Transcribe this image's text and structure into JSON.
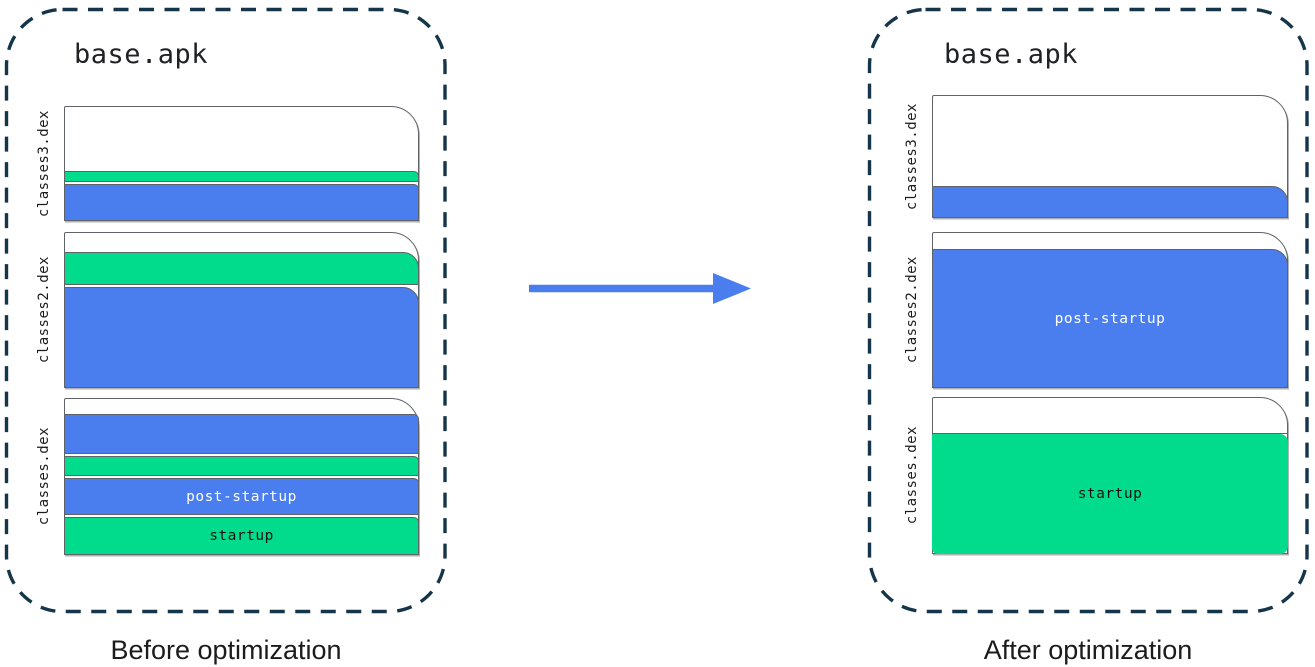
{
  "colors": {
    "blue": "#4A7DEE",
    "green": "#00DC8C",
    "outline": "#5F6368",
    "dash": "#14354A",
    "arrow": "#4A7DEE"
  },
  "panels": [
    {
      "title": "base.apk",
      "caption": "Before optimization",
      "files": [
        {
          "label": "classes3.dex",
          "segments": [
            {
              "kind": "space",
              "h": 62
            },
            {
              "kind": "green",
              "h": 11,
              "size": "small"
            },
            {
              "kind": "blue",
              "h": 37,
              "size": "small"
            }
          ]
        },
        {
          "label": "classes2.dex",
          "segments": [
            {
              "kind": "space",
              "h": 17
            },
            {
              "kind": "green",
              "h": 33,
              "size": "big"
            },
            {
              "kind": "blue",
              "h": 101,
              "size": "big"
            }
          ]
        },
        {
          "label": "classes.dex",
          "segments": [
            {
              "kind": "space",
              "h": 13
            },
            {
              "kind": "blue",
              "h": 40,
              "size": "small"
            },
            {
              "kind": "green",
              "h": 20,
              "size": "small"
            },
            {
              "kind": "blue",
              "h": 37,
              "size": "small",
              "label": "post-startup"
            },
            {
              "kind": "green",
              "h": 38,
              "size": "small",
              "label": "startup"
            }
          ]
        }
      ]
    },
    {
      "title": "base.apk",
      "caption": "After optimization",
      "files": [
        {
          "label": "classes3.dex",
          "segments": [
            {
              "kind": "space",
              "h": 88
            },
            {
              "kind": "blue",
              "h": 32,
              "size": "big"
            }
          ]
        },
        {
          "label": "classes2.dex",
          "segments": [
            {
              "kind": "space",
              "h": 14
            },
            {
              "kind": "blue",
              "h": 139,
              "size": "big",
              "label": "post-startup"
            }
          ]
        },
        {
          "label": "classes.dex",
          "segments": [
            {
              "kind": "space",
              "h": 36,
              "sep": true
            },
            {
              "kind": "green",
              "h": 120,
              "size": "big",
              "label": "startup",
              "borderless": true,
              "gap": 0
            }
          ]
        }
      ]
    }
  ]
}
